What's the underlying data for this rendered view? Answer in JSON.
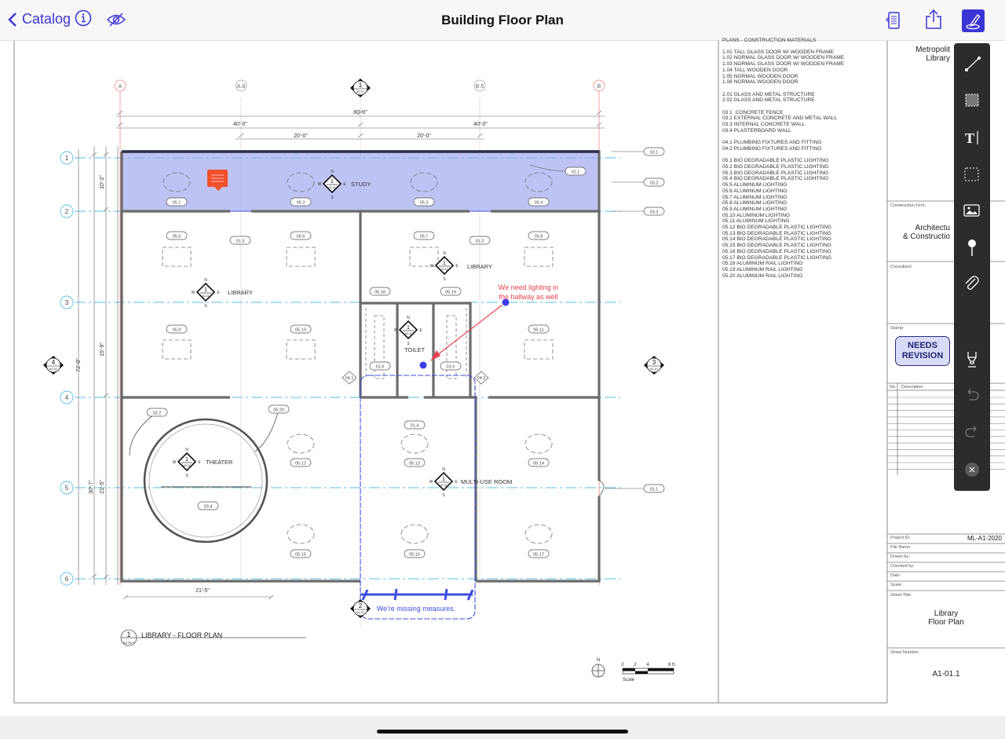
{
  "header": {
    "back_label": "Catalog",
    "title": "Building Floor Plan",
    "icons": [
      "chevron-left-icon",
      "info-icon",
      "eye-slash-icon",
      "document-icon",
      "share-icon",
      "pencil-markup-icon"
    ],
    "accent": "#3b35d6"
  },
  "toolbar": {
    "tools": [
      "line-tool",
      "rectangle-tool",
      "text-tool",
      "selection-tool",
      "image-tool",
      "pin-tool",
      "attachment-tool",
      "highlighter-tool",
      "undo",
      "redo",
      "close"
    ]
  },
  "plan": {
    "grid_cols": [
      "A",
      "A.8",
      "B.5",
      "B"
    ],
    "grid_rows": [
      "1",
      "2",
      "3",
      "4",
      "5",
      "6"
    ],
    "dimensions": {
      "overall_width": "80'-0\"",
      "half_left": "40'-0\"",
      "half_right": "40'-0\"",
      "quarter_left": "20'-0\"",
      "quarter_right": "20'-0\"",
      "row_1_2": "10'-2\"",
      "row_2_4": "15'-9\"",
      "overall_height": "72'-0\"",
      "row_4_6": "30'-7\"",
      "row_4_6_inner": "21'-5\"",
      "bottom": "21'-5\""
    },
    "rooms": [
      "STUDY",
      "LIBRARY",
      "LIBRARY",
      "TOILET",
      "THEATER",
      "MULTI-USE ROOM"
    ],
    "tags": [
      "05.1",
      "05.3",
      "05.3",
      "05.4",
      "05.5",
      "05.6",
      "05.7",
      "05.8",
      "05.9",
      "05.10",
      "05.11",
      "05.18",
      "05.19",
      "05.12",
      "05.13",
      "05.14",
      "05.15",
      "05.16",
      "05.17",
      "03.4",
      "02.2",
      "05.20",
      "01.3",
      "01.2",
      "01.4",
      "01.6",
      "01.5",
      "01.1",
      "03.1",
      "03.2",
      "03.3",
      "02.1"
    ],
    "diamond_tags": [
      "04.1",
      "04.2"
    ],
    "section_markers": [
      {
        "num": "1",
        "sheet": "A2-01"
      },
      {
        "num": "4",
        "sheet": "A2-01"
      },
      {
        "num": "3",
        "sheet": "A2-01"
      },
      {
        "num": "2",
        "sheet": "A1-01"
      }
    ],
    "compass": {
      "n": "N",
      "s": "S",
      "e": "E",
      "w": "W",
      "num": "1",
      "sheet": "A3-01"
    },
    "drawing_title": {
      "num": "1",
      "sheet": "A1-01.1",
      "label": "LIBRARY - FLOOR PLAN"
    },
    "scale_bar": {
      "north": "N",
      "ticks": [
        "0",
        "2",
        "4",
        "8 ft."
      ],
      "label": "Scale"
    }
  },
  "annotations": {
    "note_color": "#f0502a",
    "red_comment": [
      "We need lighting in",
      "the hallway as well"
    ],
    "red_color": "#e8434f",
    "blue_comment": "We're missing measures.",
    "blue_color": "#3d4fe0",
    "study_highlight": "#9aa3ec"
  },
  "legend": {
    "title": "PLANS - CONSTRUCTION MATERIALS",
    "groups": [
      [
        "1.01 TALL GLASS DOOR W/ WOODEN FRAME",
        "1.02 NORMAL GLASS DOOR W/ WOODEN FRAME",
        "1.03 NORMAL GLASS DOOR W/ WOODEN FRAME",
        "1.04 TALL WOODEN DOOR",
        "1.05 NORMAL WOODEN DOOR",
        "1.06 NORMAL WOODEN DOOR"
      ],
      [
        "2.01 GLASS AND METAL STRUCTURE",
        "2.02 GLASS AND METAL STRUCTURE"
      ],
      [
        "03.1  CONCRETE FENCE",
        "03.2 EXTERNAL CONCRETE AND METAL WALL",
        "03.3 INTERNAL CONCRETE WALL",
        "03.4 PLASTERBOARD WALL"
      ],
      [
        "04.1 PLUMBING FIXTURES AND FITTING",
        "04.2 PLUMBING FIXTURES AND FITTING"
      ],
      [
        "05.1 BIO DEGRADABLE PLASTIC LIGHTING",
        "05.2 BIO DEGRADABLE PLASTIC LIGHTING",
        "05.3 BIO DEGRADABLE PLASTIC LIGHTING",
        "05.4 BIO DEGRADABLE PLASTIC LIGHTING",
        "05.5 ALUMINUM LIGHTING",
        "05.6 ALUMINUM LIGHTING",
        "05.7 ALUMINUM LIGHTING",
        "05.8 ALUMINUM LIGHTING",
        "05.9 ALUMINUM LIGHTING",
        "05.10 ALUMINUM LIGHTING",
        "05.11 ALUMINUM LIGHTING",
        "05.12 BIO DEGRADABLE PLASTIC LIGHTING",
        "05.13 BIO DEGRADABLE PLASTIC LIGHTING",
        "05.14 BIO DEGRADABLE PLASTIC LIGHTING",
        "05.15 BIO DEGRADABLE PLASTIC LIGHTING",
        "05.16 BIO DEGRADABLE PLASTIC LIGHTING",
        "05.17 BIO DEGRADABLE PLASTIC LIGHTING",
        "05.18 ALUMINUM RAIL LIGHTING",
        "05.19 ALUMINUM RAIL LIGHTING",
        "05.20 ALUMINUM RAIL LIGHTING"
      ]
    ]
  },
  "title_block": {
    "client": [
      "Metropolit",
      "Library"
    ],
    "construction_firm_label": "Construction Firm:",
    "construction_firm": [
      "Architectu",
      "& Constructio"
    ],
    "consultant_label": "Consultant:",
    "stamp_label": "Stamp:",
    "stamp": "NEEDS REVISION",
    "rev_headers": [
      "No.",
      "Description"
    ],
    "fields": [
      {
        "label": "Project ID:",
        "value": "ML-A1-2020"
      },
      {
        "label": "File Name:",
        "value": ""
      },
      {
        "label": "Drawn by:",
        "value": ""
      },
      {
        "label": "Checked by:",
        "value": ""
      },
      {
        "label": "Date:",
        "value": ""
      },
      {
        "label": "Scale:",
        "value": ""
      }
    ],
    "sheet_title_label": "Sheet Title:",
    "sheet_title": [
      "Library",
      "Floor Plan"
    ],
    "sheet_number_label": "Sheet Number:",
    "sheet_number": "A1-01.1"
  }
}
